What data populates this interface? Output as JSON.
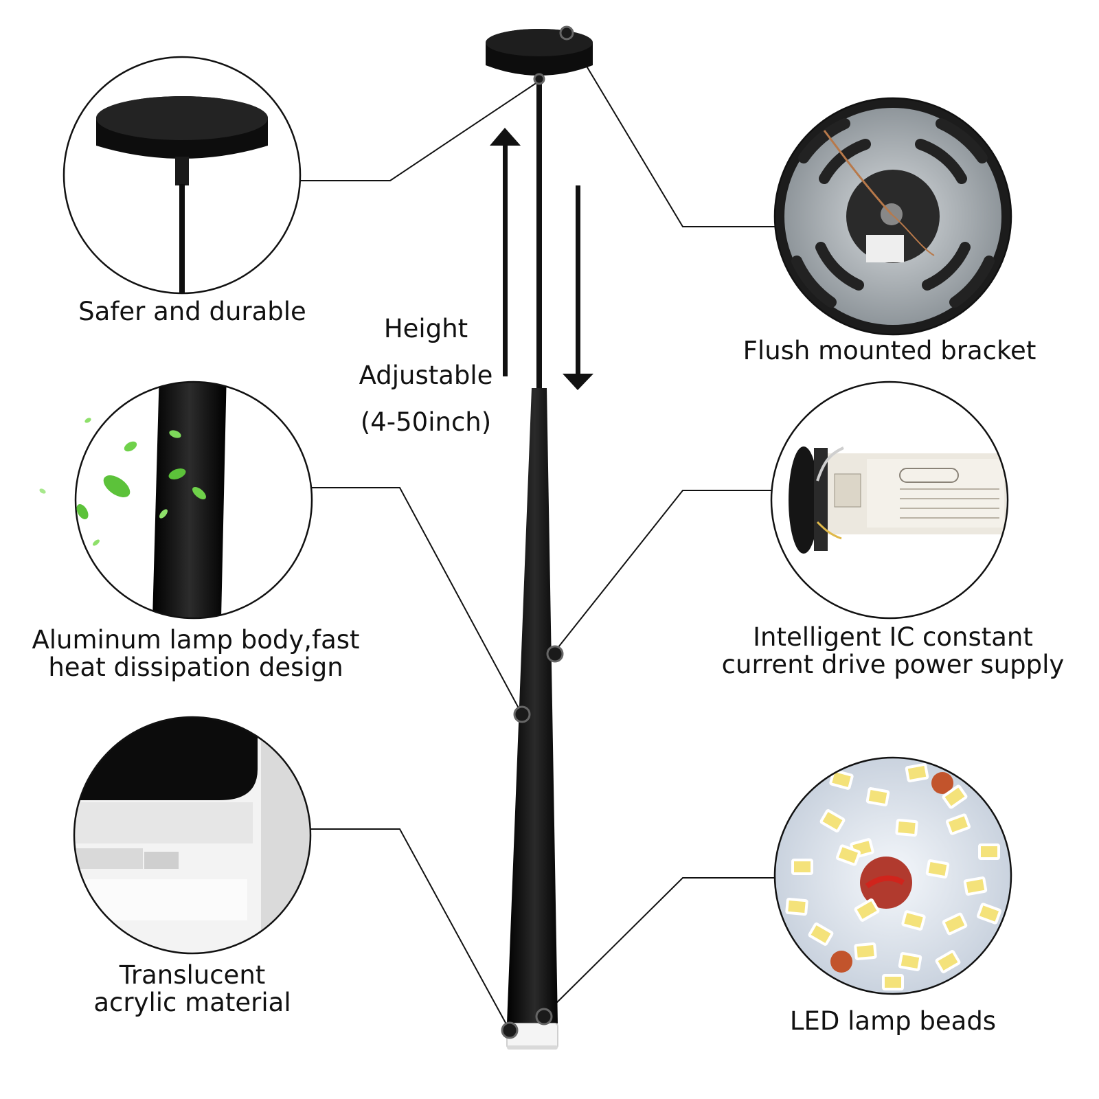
{
  "labels": {
    "top_left": "Safer and durable",
    "top_right": "Flush mounted bracket",
    "middle_left": [
      "Aluminum lamp body,fast",
      "heat dissipation design"
    ],
    "middle_right": [
      "Intelligent IC constant",
      "current drive power supply"
    ],
    "bottom_left": [
      "Translucent",
      "acrylic material"
    ],
    "bottom_right": "LED lamp beads",
    "height": [
      "Height",
      "Adjustable",
      "(4-50inch)"
    ]
  },
  "colors": {
    "product_black": "#111111",
    "outline": "#111111",
    "metal_plate": "#b9bfc4",
    "driver_label": "#ece8df",
    "led_board": "#e9eef5",
    "led_chip": "#f4e27a",
    "leaf_green": "#5cc23a",
    "acrylic": "#f2f2f2"
  },
  "icons": {
    "arrow_up": "arrow-up-icon",
    "arrow_down": "arrow-down-icon"
  }
}
